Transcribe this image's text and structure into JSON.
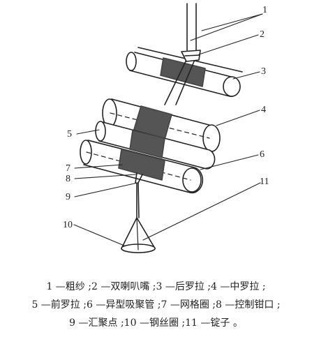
{
  "diagram": {
    "callouts": [
      "1",
      "2",
      "3",
      "4",
      "5",
      "6",
      "7",
      "8",
      "9",
      "10",
      "11"
    ]
  },
  "caption": {
    "line1": "1 —粗纱 ;2 —双喇叭嘴 ;3 —后罗拉 ;4 —中罗拉 ;",
    "line2": "5 —前罗拉 ;6 —异型吸聚管 ;7 —网格圈 ;8 —控制钳口 ;",
    "line3": "9 —汇聚点 ;10 —钢丝圈 ;11 —锭子 。"
  },
  "colors": {
    "ink": "#222222",
    "fiber": "#555555",
    "roller": "#ffffff"
  }
}
